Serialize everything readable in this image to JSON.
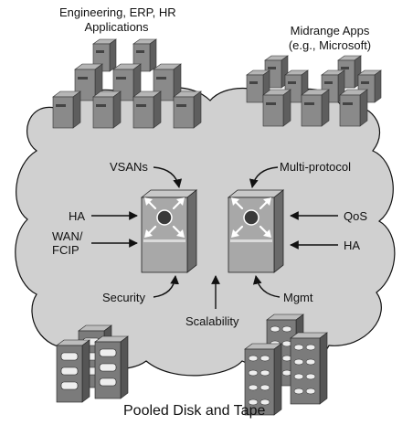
{
  "labels": {
    "top_left": "Engineering, ERP, HR Applications",
    "top_left_line1": "Engineering, ERP, HR",
    "top_left_line2": "Applications",
    "top_right_line1": "Midrange Apps",
    "top_right_line2": "(e.g., Microsoft)",
    "vsans": "VSANs",
    "multi_protocol": "Multi-protocol",
    "ha_left": "HA",
    "wan_line1": "WAN/",
    "wan_line2": "FCIP",
    "qos": "QoS",
    "ha_right": "HA",
    "security": "Security",
    "mgmt": "Mgmt",
    "scalability": "Scalability",
    "bottom": "Pooled Disk and Tape"
  },
  "colors": {
    "cloud": "#d0d0d0",
    "server_front": "#8a8a8a",
    "server_side": "#5e5e5e",
    "server_top": "#b5b5b5",
    "switch": "#a8a8a8"
  }
}
